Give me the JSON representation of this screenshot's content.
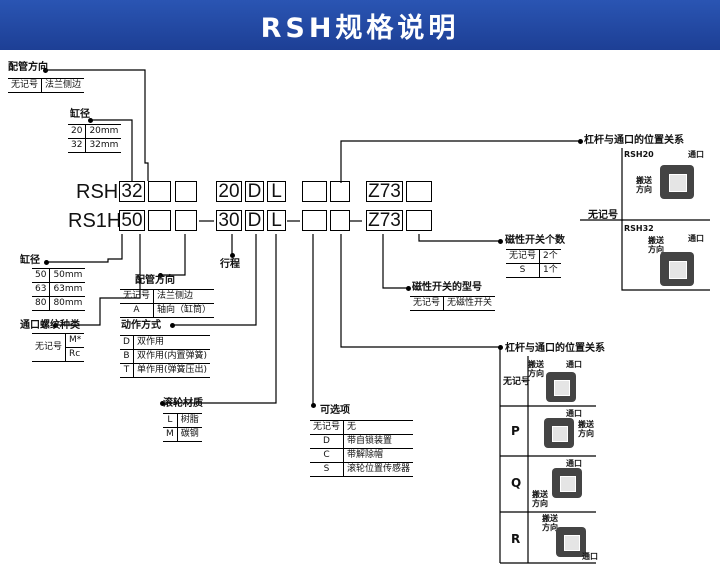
{
  "header": {
    "title": "RSH规格说明"
  },
  "codes": {
    "line1_prefix": "RSH",
    "line1_bore": "32",
    "line1_stroke": "20",
    "line1_d": "D",
    "line1_l": "L",
    "line1_z": "Z73",
    "line2_prefix": "RS1H",
    "line2_bore": "50",
    "line2_stroke": "30",
    "line2_d": "D",
    "line2_l": "L",
    "line2_z": "Z73",
    "dash": "-"
  },
  "piping_top": {
    "label": "配管方向",
    "rows": [
      {
        "k": "无记号",
        "v": "法兰侧边"
      }
    ]
  },
  "bore_small": {
    "label": "缸径",
    "rows": [
      {
        "k": "20",
        "v": "20mm"
      },
      {
        "k": "32",
        "v": "32mm"
      }
    ]
  },
  "bore_large": {
    "label": "缸径",
    "rows": [
      {
        "k": "50",
        "v": "50mm"
      },
      {
        "k": "63",
        "v": "63mm"
      },
      {
        "k": "80",
        "v": "80mm"
      }
    ]
  },
  "thread": {
    "label": "通口螺纹种类",
    "key": "无记号",
    "rows": [
      {
        "v": "M*"
      },
      {
        "v": "Rc"
      }
    ]
  },
  "piping_mid": {
    "label": "配管方向",
    "rows": [
      {
        "k": "无记号",
        "v": "法兰侧边"
      },
      {
        "k": "A",
        "v": "轴向（缸筒）"
      }
    ]
  },
  "action": {
    "label": "动作方式",
    "rows": [
      {
        "k": "D",
        "v": "双作用"
      },
      {
        "k": "B",
        "v": "双作用(内置弹簧)"
      },
      {
        "k": "T",
        "v": "单作用(弹簧压出)"
      }
    ]
  },
  "stroke": {
    "label": "行程"
  },
  "roller": {
    "label": "滚轮材质",
    "rows": [
      {
        "k": "L",
        "v": "树脂"
      },
      {
        "k": "M",
        "v": "碳钢"
      }
    ]
  },
  "options": {
    "label": "可选项",
    "rows": [
      {
        "k": "无记号",
        "v": "无"
      },
      {
        "k": "D",
        "v": "带自锁装置"
      },
      {
        "k": "C",
        "v": "带解除帽"
      },
      {
        "k": "S",
        "v": "滚轮位置传感器"
      }
    ]
  },
  "switch_type": {
    "label": "磁性开关的型号",
    "rows": [
      {
        "k": "无记号",
        "v": "无磁性开关"
      }
    ]
  },
  "switch_count": {
    "label": "磁性开关个数",
    "rows": [
      {
        "k": "无记号",
        "v": "2个"
      },
      {
        "k": "S",
        "v": "1个"
      }
    ]
  },
  "lever_top": {
    "label": "杠杆与通口的位置关系",
    "key": "无记号",
    "models": [
      {
        "name": "RSH20",
        "port": "通口",
        "dir": "搬送方向"
      },
      {
        "name": "RSH32",
        "port": "通口",
        "dir": "搬送方向"
      }
    ]
  },
  "lever_bottom": {
    "label": "杠杆与通口的位置关系",
    "rows": [
      {
        "k": "无记号",
        "port": "通口",
        "dir": "搬送方向"
      },
      {
        "k": "P",
        "port": "通口",
        "dir": "搬送方向"
      },
      {
        "k": "Q",
        "port": "通口",
        "dir": "搬送方向"
      },
      {
        "k": "R",
        "port": "通口",
        "dir": "搬送方向"
      }
    ]
  }
}
